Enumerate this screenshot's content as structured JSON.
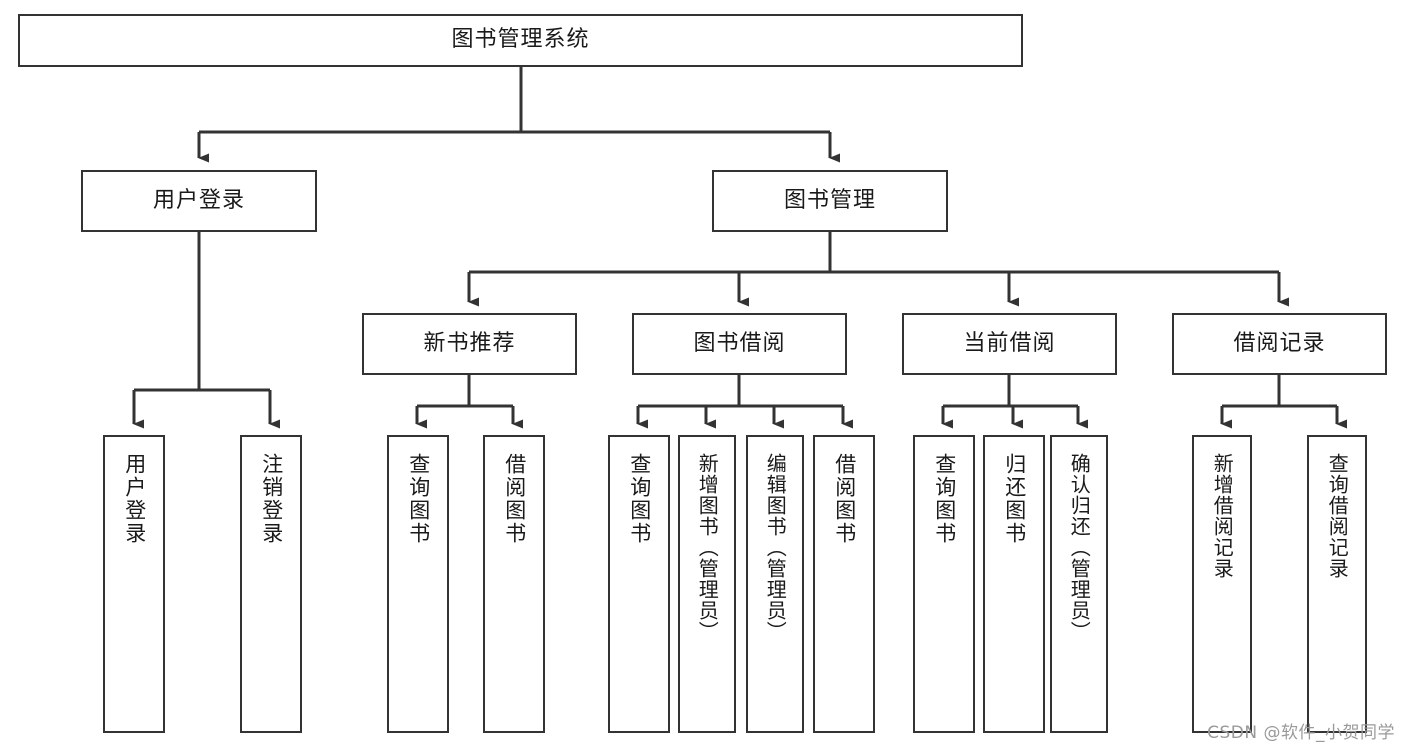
{
  "diagram": {
    "kind": "tree-hierarchy-diagram",
    "title": "图书管理系统",
    "watermark": "CSDN @软件_小贺同学",
    "colors": {
      "background": "#ffffff",
      "box_border": "#333333",
      "box_fill": "#ffffff",
      "connector": "#333333",
      "text": "#1a1a1a",
      "watermark_text": "#9a9a9a"
    },
    "levels": {
      "root": {
        "label": "图书管理系统"
      },
      "level2": [
        {
          "id": "user-login",
          "label": "用户登录"
        },
        {
          "id": "book-management",
          "label": "图书管理"
        }
      ],
      "level3": [
        {
          "id": "new-book-recommend",
          "label": "新书推荐",
          "parent": "book-management"
        },
        {
          "id": "book-borrow",
          "label": "图书借阅",
          "parent": "book-management"
        },
        {
          "id": "current-borrow",
          "label": "当前借阅",
          "parent": "book-management"
        },
        {
          "id": "borrow-record",
          "label": "借阅记录",
          "parent": "book-management"
        }
      ],
      "leaves": [
        {
          "id": "leaf-user-login",
          "label": "用户登录",
          "parent": "user-login"
        },
        {
          "id": "leaf-logout-login",
          "label": "注销登录",
          "parent": "user-login"
        },
        {
          "id": "leaf-query-book-1",
          "label": "查询图书",
          "parent": "new-book-recommend"
        },
        {
          "id": "leaf-borrow-book-1",
          "label": "借阅图书",
          "parent": "new-book-recommend"
        },
        {
          "id": "leaf-query-book-2",
          "label": "查询图书",
          "parent": "book-borrow"
        },
        {
          "id": "leaf-add-book",
          "label": "新增图书（管理员）",
          "parent": "book-borrow"
        },
        {
          "id": "leaf-edit-book",
          "label": "编辑图书（管理员）",
          "parent": "book-borrow"
        },
        {
          "id": "leaf-borrow-book-2",
          "label": "借阅图书",
          "parent": "book-borrow"
        },
        {
          "id": "leaf-query-book-3",
          "label": "查询图书",
          "parent": "current-borrow"
        },
        {
          "id": "leaf-return-book",
          "label": "归还图书",
          "parent": "current-borrow"
        },
        {
          "id": "leaf-confirm-return",
          "label": "确认归还（管理员）",
          "parent": "current-borrow"
        },
        {
          "id": "leaf-add-borrow-record",
          "label": "新增借阅记录",
          "parent": "borrow-record"
        },
        {
          "id": "leaf-query-borrow-record",
          "label": "查询借阅记录",
          "parent": "borrow-record"
        }
      ]
    }
  }
}
